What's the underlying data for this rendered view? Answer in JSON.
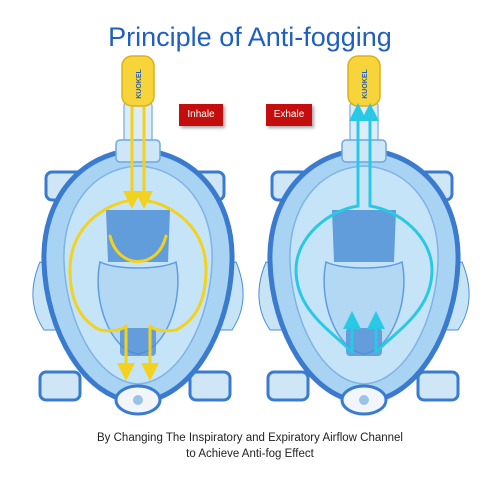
{
  "title": "Principle of Anti-fogging",
  "labels": {
    "inhale": "Inhale",
    "exhale": "Exhale"
  },
  "brand": "KUOKEL",
  "caption": {
    "line1": "By Changing The Inspiratory and Expiratory Airflow Channel",
    "line2": "to Achieve Anti-fog Effect"
  },
  "colors": {
    "title": "#1f5fc1",
    "badge": "#c40d0d",
    "mask_body": "#a9d3f2",
    "mask_edge": "#3a7bd0",
    "inhale_flow": "#f2d21c",
    "exhale_flow": "#29c9e6",
    "snorkel_cap": "#f7d43a"
  }
}
